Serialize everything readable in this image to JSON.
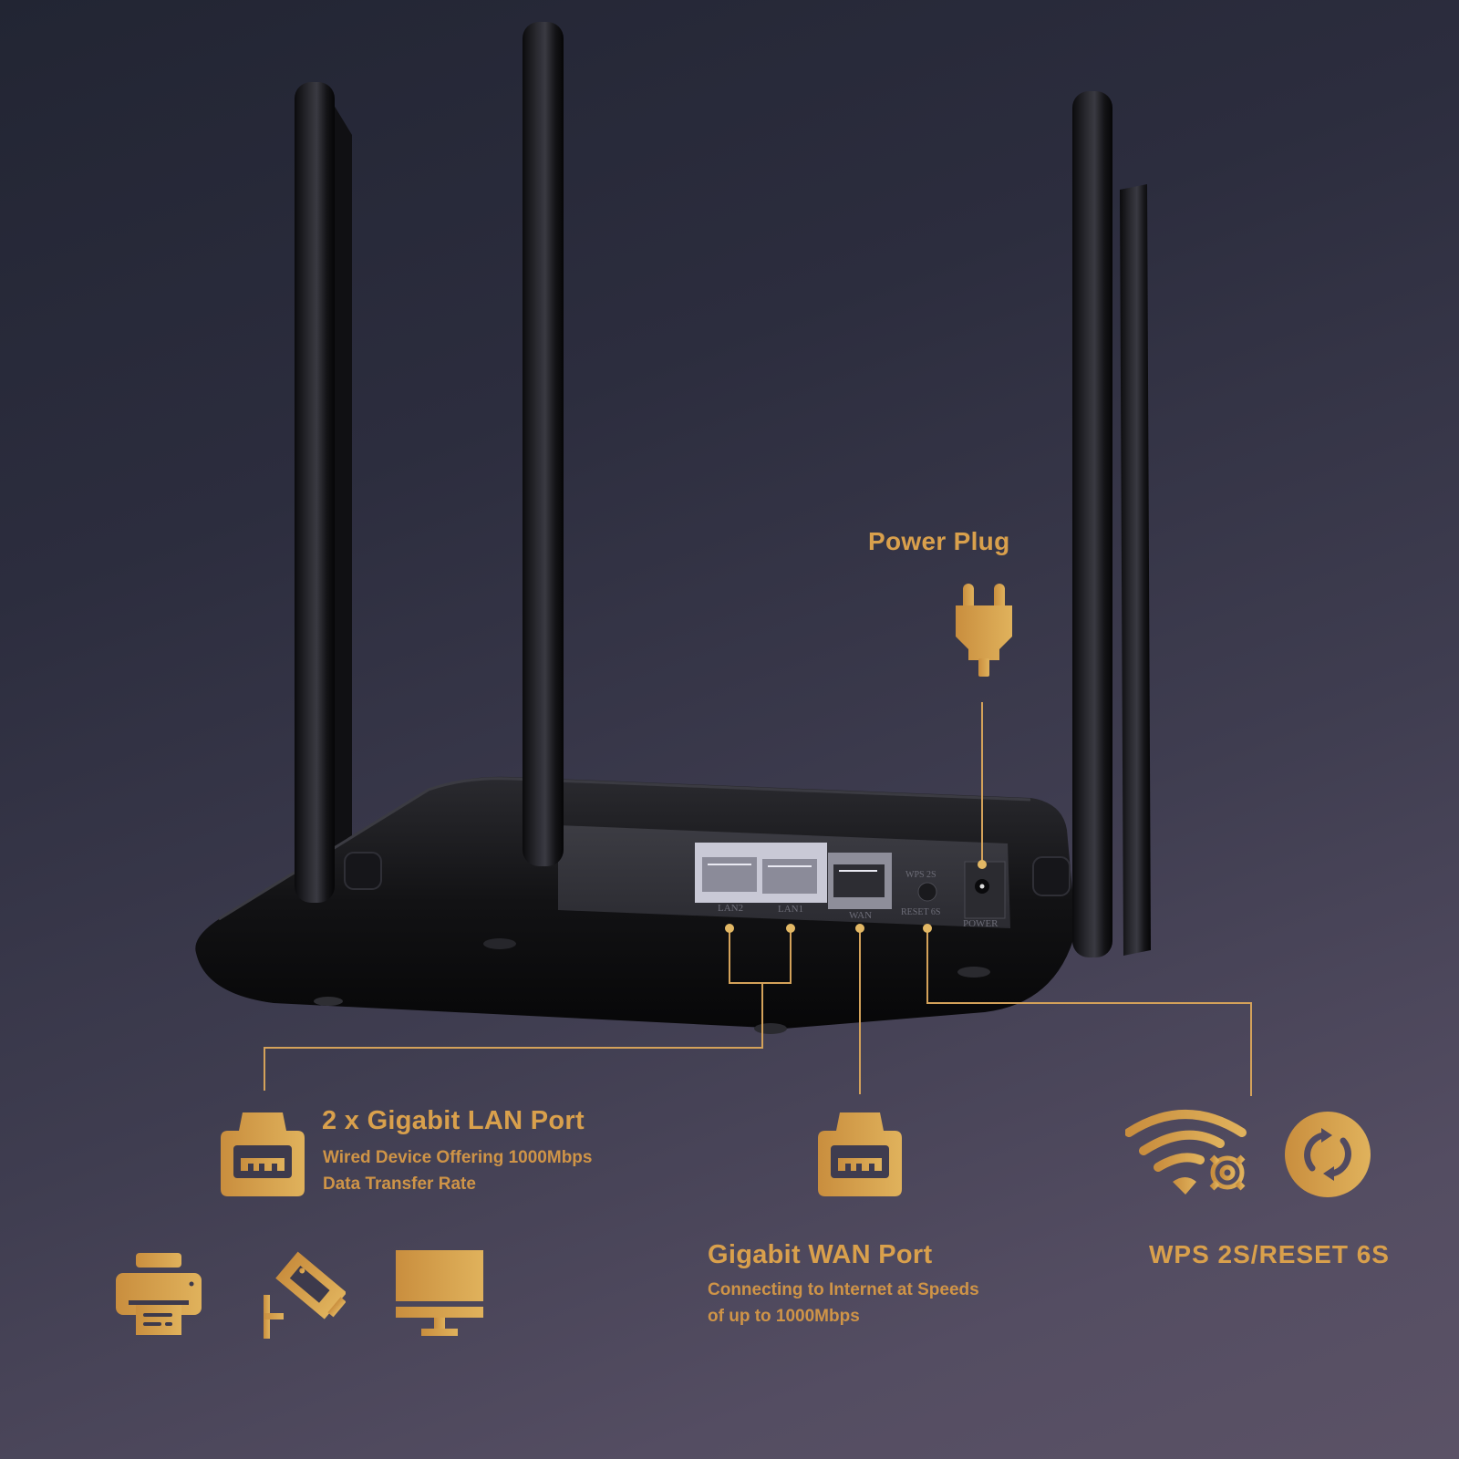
{
  "colors": {
    "accent_gold": "#d9a24f",
    "background_top": "#222533",
    "background_bottom": "#5b5266",
    "router_body": "#141416"
  },
  "router_panel": {
    "port_labels": [
      "LAN2",
      "LAN1",
      "WAN"
    ],
    "button_label_top": "WPS  2S",
    "button_label_bottom": "RESET  6S",
    "power_label": "POWER"
  },
  "callouts": {
    "power": {
      "title": "Power Plug",
      "icon": "power-plug-icon"
    },
    "lan": {
      "title": "2 x Gigabit LAN Port",
      "description_lines": [
        "Wired Device Offering 1000Mbps",
        "Data Transfer Rate"
      ],
      "icon": "ethernet-port-icon"
    },
    "wan": {
      "title": "Gigabit WAN Port",
      "description_lines": [
        "Connecting to Internet at Speeds",
        "of up to 1000Mbps"
      ],
      "icon": "ethernet-port-icon"
    },
    "wps_reset": {
      "title": "WPS 2S/RESET 6S",
      "icons": [
        "wifi-settings-icon",
        "reset-cycle-icon"
      ]
    }
  },
  "device_icons": [
    "printer-icon",
    "security-camera-icon",
    "monitor-icon"
  ]
}
